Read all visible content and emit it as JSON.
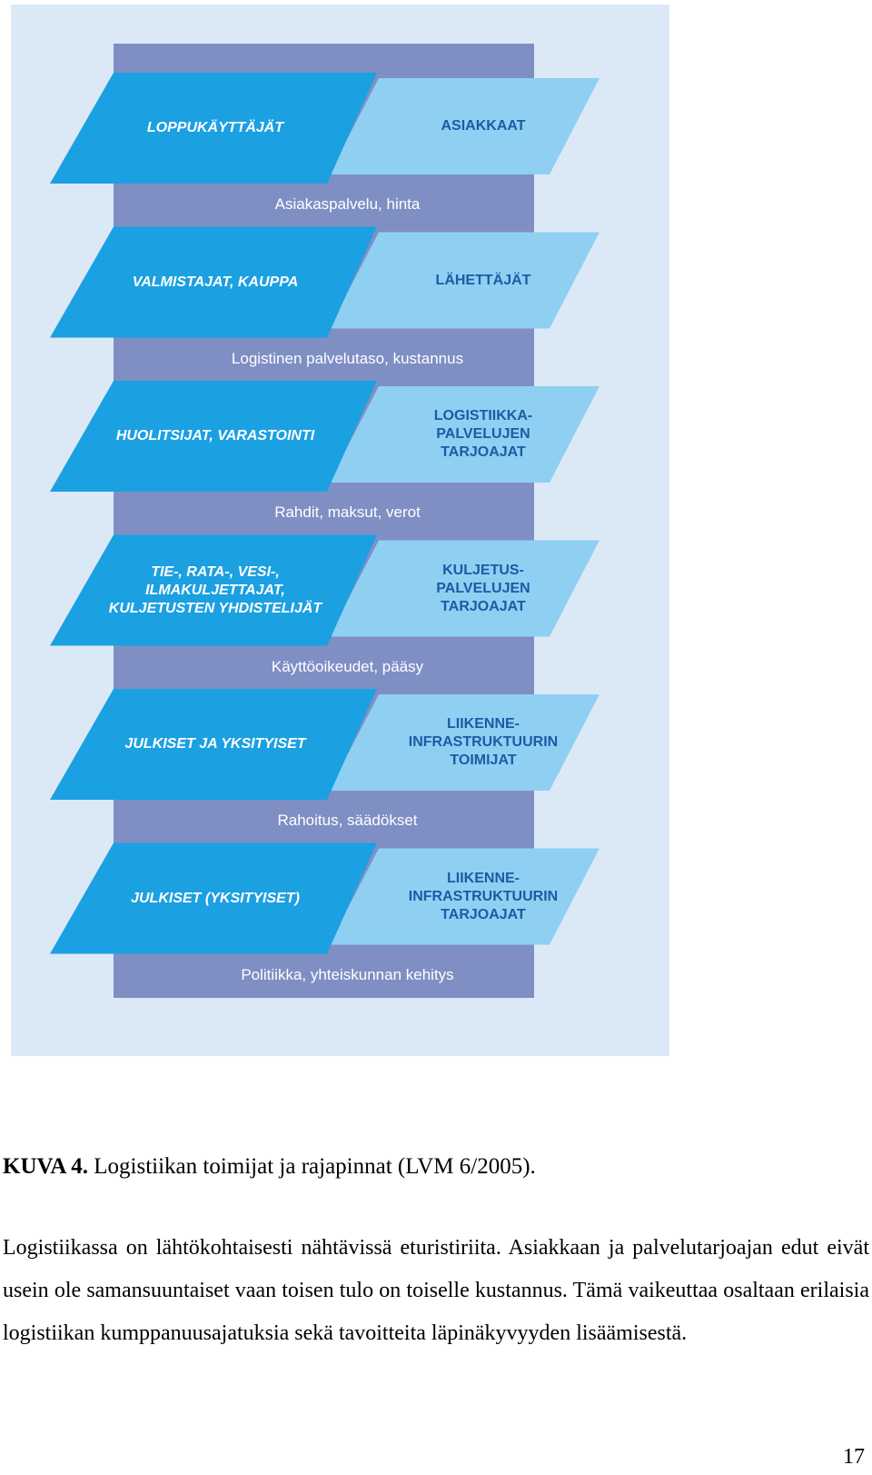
{
  "figure": {
    "colors": {
      "background": "#dbe9f7",
      "band": "#7f8fc4",
      "left_shape": "#1ba0e2",
      "right_shape": "#8fd0f2",
      "right_text": "#1d5aa6"
    },
    "levels": [
      {
        "left": "LOPPUKÄYTTÄJÄT",
        "right": "ASIAKKAAT",
        "band": "Asiakaspalvelu, hinta"
      },
      {
        "left": "VALMISTAJAT, KAUPPA",
        "right": "LÄHETTÄJÄT",
        "band": "Logistinen palvelutaso, kustannus"
      },
      {
        "left": "HUOLITSIJAT, VARASTOINTI",
        "right": "LOGISTIIKKA-\nPALVELUJEN\nTARJOAJAT",
        "band": "Rahdit, maksut, verot"
      },
      {
        "left": "TIE-, RATA-, VESI-,\nILMAKULJETTAJAT,\nKULJETUSTEN YHDISTELIJÄT",
        "right": "KULJETUS-\nPALVELUJEN\nTARJOAJAT",
        "band": "Käyttöoikeudet, pääsy"
      },
      {
        "left": "JULKISET JA YKSITYISET",
        "right": "LIIKENNE-\nINFRASTRUKTUURIN\nTOIMIJAT",
        "band": "Rahoitus, säädökset"
      },
      {
        "left": "JULKISET (YKSITYISET)",
        "right": "LIIKENNE-\nINFRASTRUKTUURIN\nTARJOAJAT",
        "band": "Politiikka, yhteiskunnan kehitys"
      }
    ]
  },
  "caption": {
    "label": "KUVA 4.",
    "text": " Logistiikan toimijat ja rajapinnat (LVM 6/2005)."
  },
  "paragraph": "Logistiikassa on lähtökohtaisesti nähtävissä eturistiriita. Asiakkaan ja palvelutarjoajan edut eivät usein ole samansuuntaiset vaan toisen tulo on toiselle kustannus. Tämä vaikeuttaa osaltaan erilaisia logistiikan kumppanuusajatuksia sekä tavoitteita läpinäkyvyyden lisäämisestä.",
  "page_number": "17"
}
